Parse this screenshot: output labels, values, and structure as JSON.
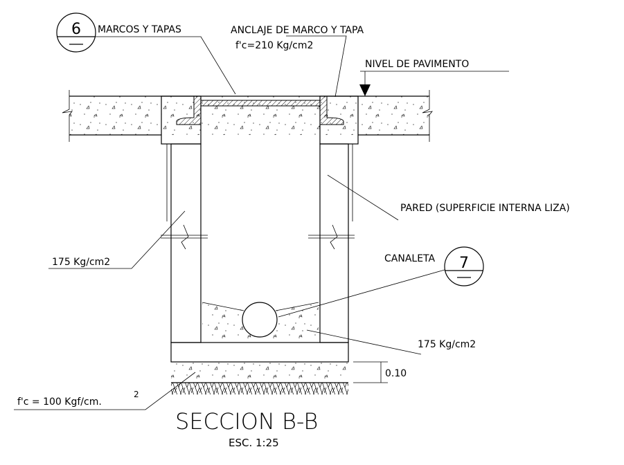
{
  "drawing": {
    "detail_6": {
      "number": "6",
      "label": "MARCOS Y TAPAS"
    },
    "anclaje": {
      "label": "ANCLAJE DE MARCO Y TAPA",
      "strength": "f'c=210 Kg/cm2"
    },
    "nivel": "NIVEL DE PAVIMENTO",
    "pared": "PARED (SUPERFICIE INTERNA LIZA)",
    "wall_strength": "175 Kg/cm2",
    "canaleta": {
      "label": "CANALETA",
      "number": "7"
    },
    "floor_strength": "175 Kg/cm2",
    "base_dimension": "0.10",
    "base_strength": "f'c = 100 Kgf/cm.",
    "base_strength_sup": "2",
    "title": "SECCION B-B",
    "scale": "ESC. 1:25"
  }
}
